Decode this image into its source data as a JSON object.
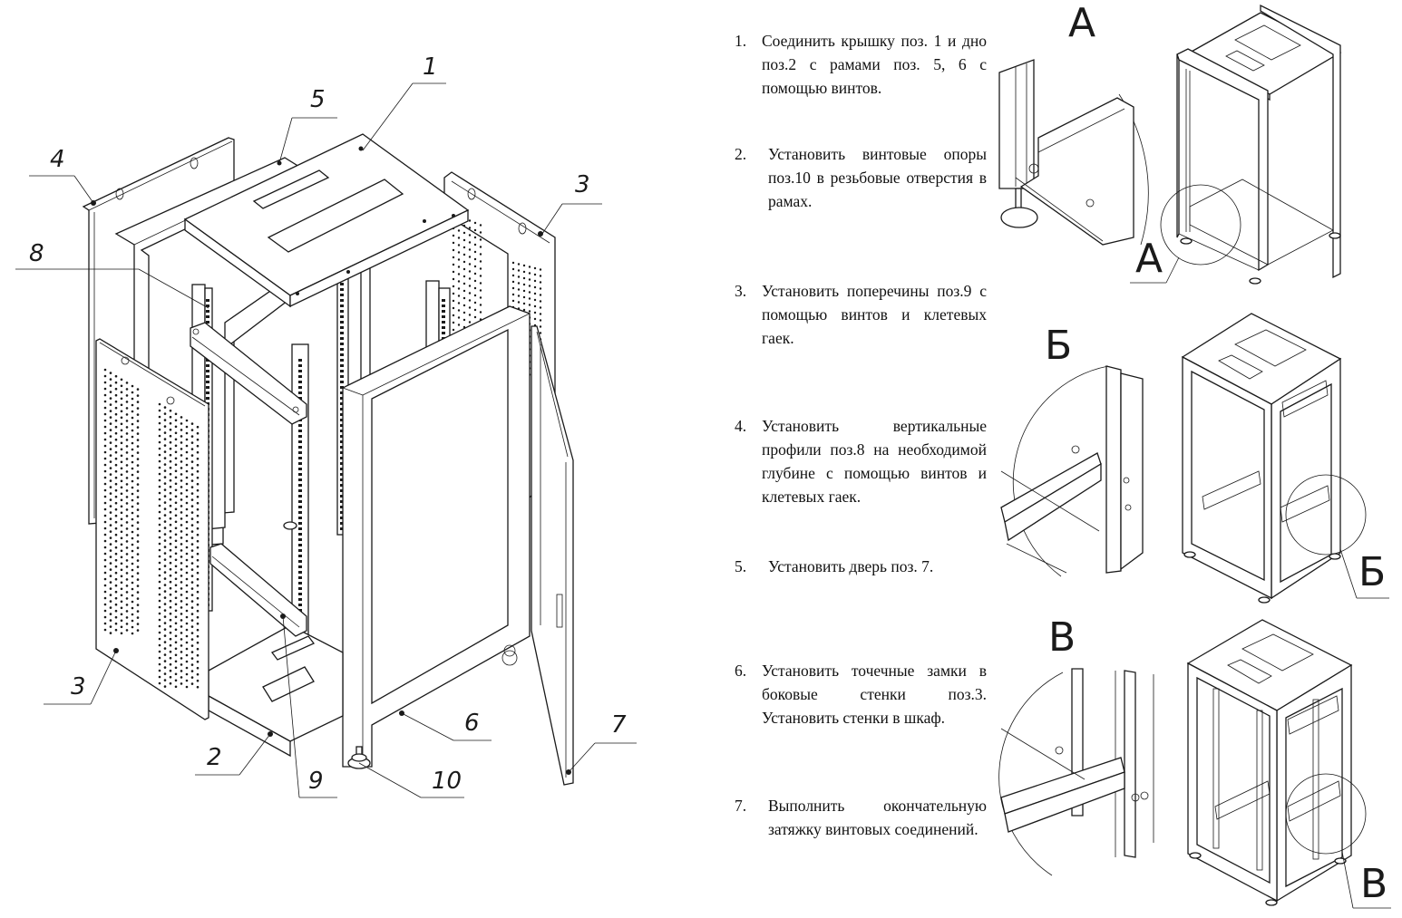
{
  "document": {
    "type": "assembly-instructions",
    "subject": "server-cabinet"
  },
  "exploded_view": {
    "callouts": [
      {
        "id": "1",
        "label": "1"
      },
      {
        "id": "2",
        "label": "2"
      },
      {
        "id": "3a",
        "label": "3"
      },
      {
        "id": "3b",
        "label": "3"
      },
      {
        "id": "4",
        "label": "4"
      },
      {
        "id": "5",
        "label": "5"
      },
      {
        "id": "6",
        "label": "6"
      },
      {
        "id": "7",
        "label": "7"
      },
      {
        "id": "8",
        "label": "8"
      },
      {
        "id": "9",
        "label": "9"
      },
      {
        "id": "10",
        "label": "10"
      }
    ]
  },
  "steps": [
    {
      "number": "1.",
      "text": "Соединить крышку поз. 1 и дно поз.2 с рамами поз. 5, 6 с помощью винтов."
    },
    {
      "number": "2.",
      "text": "Установить винтовые опоры поз.10 в резьбовые отверстия в рамах."
    },
    {
      "number": "3.",
      "text": "Установить поперечины поз.9 с помощью винтов и клетевых гаек."
    },
    {
      "number": "4.",
      "text": "Установить вертикальные профили поз.8 на необходимой глубине с помощью винтов и клетевых гаек."
    },
    {
      "number": "5.",
      "text": "Установить дверь поз. 7."
    },
    {
      "number": "6.",
      "text": "Установить точечные замки в боковые стенки поз.3. Установить стенки в шкаф."
    },
    {
      "number": "7.",
      "text": "Выполнить окончательную затяжку винтовых соединений."
    }
  ],
  "details": [
    {
      "letter": "А",
      "callout_letter": "А"
    },
    {
      "letter": "Б",
      "callout_letter": "Б"
    },
    {
      "letter": "В",
      "callout_letter": "В"
    }
  ]
}
